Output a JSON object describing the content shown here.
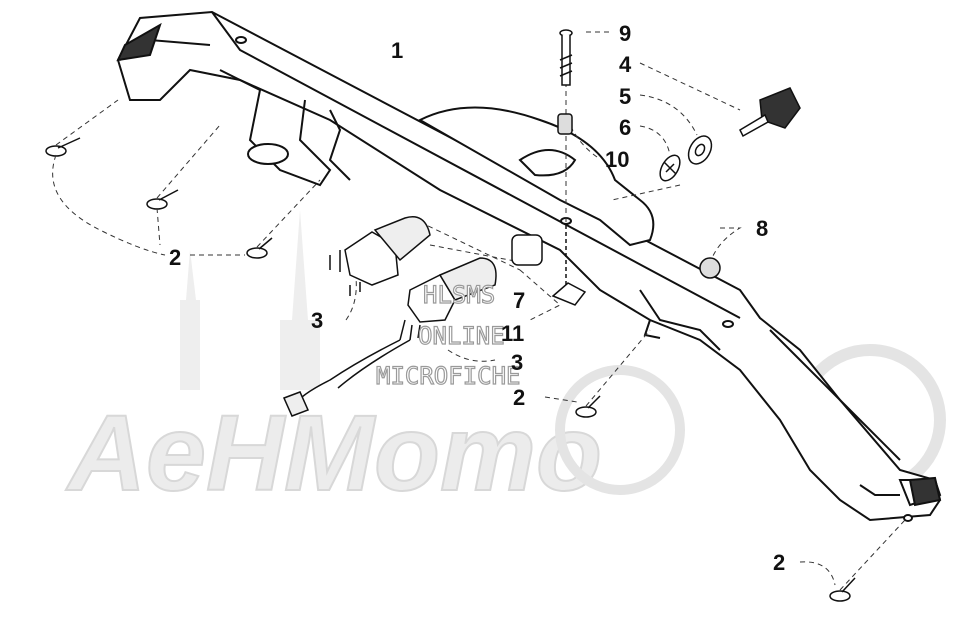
{
  "callouts": {
    "c1": "1",
    "c2a": "2",
    "c2b": "2",
    "c2c": "2",
    "c3a": "3",
    "c3b": "3",
    "c4": "4",
    "c5": "5",
    "c6": "6",
    "c7": "7",
    "c8": "8",
    "c9": "9",
    "c10": "10",
    "c11": "11"
  },
  "watermark": {
    "line1": "HLSMS",
    "line2": "ONLINE",
    "line3": "MICROFICHE",
    "logo": "AeHMomo"
  },
  "colors": {
    "line": "#111111",
    "fill": "#ffffff",
    "watermark": "#e6e6e6"
  }
}
